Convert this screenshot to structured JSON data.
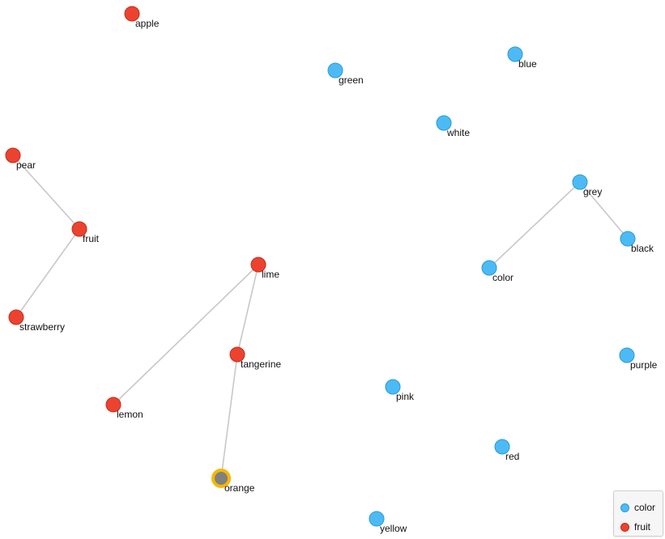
{
  "groups": [
    {
      "id": "color",
      "label": "color",
      "color": "#4cbbf5",
      "stroke": "#2a9ad4"
    },
    {
      "id": "fruit",
      "label": "fruit",
      "color": "#ec4330",
      "stroke": "#c22d1c"
    }
  ],
  "selected_node": "orange",
  "selection_color": "#f5b800",
  "selected_fill": "#808080",
  "nodes": [
    {
      "id": "apple",
      "label": "apple",
      "group": "fruit"
    },
    {
      "id": "green",
      "label": "green",
      "group": "color"
    },
    {
      "id": "blue",
      "label": "blue",
      "group": "color"
    },
    {
      "id": "white",
      "label": "white",
      "group": "color"
    },
    {
      "id": "pear",
      "label": "pear",
      "group": "fruit"
    },
    {
      "id": "grey",
      "label": "grey",
      "group": "color"
    },
    {
      "id": "fruit",
      "label": "fruit",
      "group": "fruit"
    },
    {
      "id": "black",
      "label": "black",
      "group": "color"
    },
    {
      "id": "lime",
      "label": "lime",
      "group": "fruit"
    },
    {
      "id": "color",
      "label": "color",
      "group": "color"
    },
    {
      "id": "strawberry",
      "label": "strawberry",
      "group": "fruit"
    },
    {
      "id": "tangerine",
      "label": "tangerine",
      "group": "fruit"
    },
    {
      "id": "purple",
      "label": "purple",
      "group": "color"
    },
    {
      "id": "pink",
      "label": "pink",
      "group": "color"
    },
    {
      "id": "lemon",
      "label": "lemon",
      "group": "fruit"
    },
    {
      "id": "red",
      "label": "red",
      "group": "color"
    },
    {
      "id": "orange",
      "label": "orange",
      "group": "fruit"
    },
    {
      "id": "yellow",
      "label": "yellow",
      "group": "color"
    }
  ],
  "edges": [
    {
      "source": "pear",
      "target": "fruit"
    },
    {
      "source": "fruit",
      "target": "strawberry"
    },
    {
      "source": "lime",
      "target": "lemon"
    },
    {
      "source": "lime",
      "target": "tangerine"
    },
    {
      "source": "tangerine",
      "target": "orange"
    },
    {
      "source": "grey",
      "target": "color"
    },
    {
      "source": "grey",
      "target": "black"
    }
  ],
  "legend": [
    {
      "label": "color",
      "group": "color"
    },
    {
      "label": "fruit",
      "group": "fruit"
    }
  ]
}
